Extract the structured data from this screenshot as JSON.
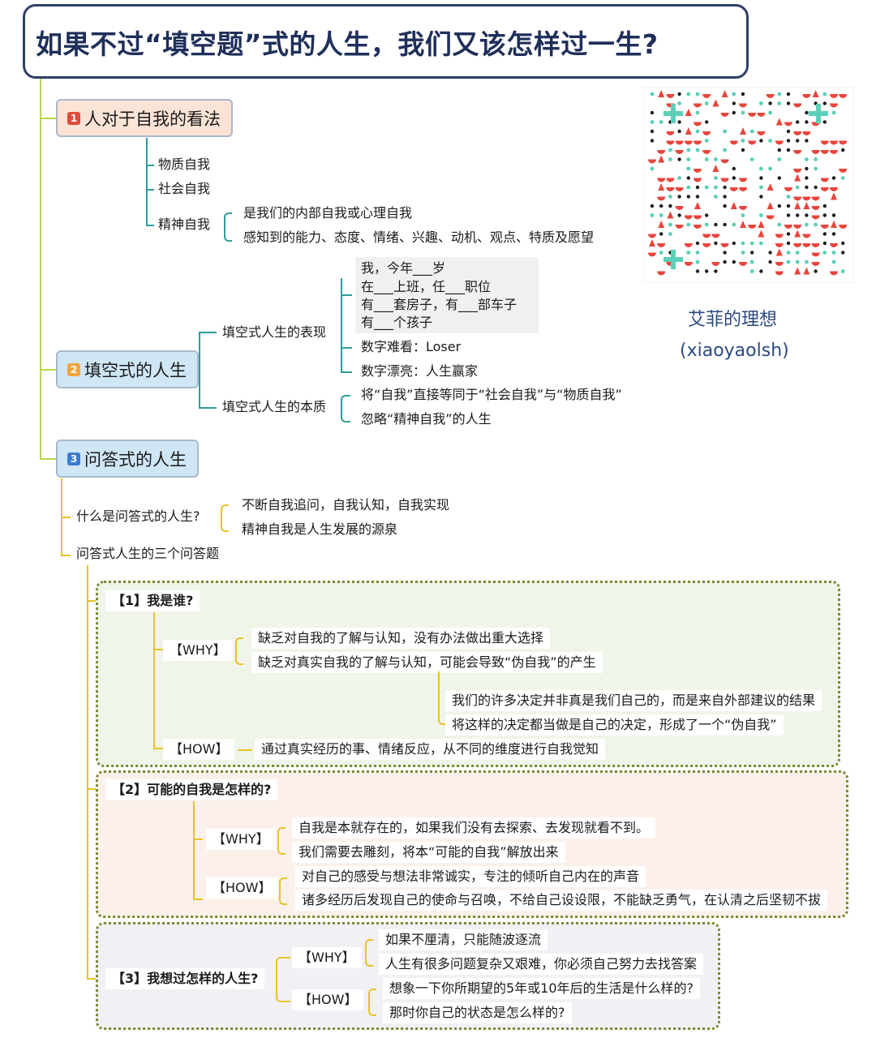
{
  "title": "如果不过“填空题”式的人生，我们又该怎样过一生?",
  "brand": {
    "name": "艾菲的理想",
    "handle": "(xiaoyaolsh)"
  },
  "section1": {
    "num": "1",
    "label": "人对于自我的看法",
    "items": [
      "物质自我",
      "社会自我",
      "精神自我"
    ],
    "spirit_details": [
      "是我们的内部自我或心理自我",
      "感知到的能力、态度、情绪、兴趣、动机、观点、特质及愿望"
    ]
  },
  "section2": {
    "num": "2",
    "label": "填空式的人生",
    "branch1": "填空式人生的表现",
    "blanks": [
      "我，今年___岁",
      "在___上班，任___职位",
      "有___套房子，有___部车子",
      "有___个孩子"
    ],
    "ugly": "数字难看：Loser",
    "pretty": "数字漂亮：人生赢家",
    "branch2": "填空式人生的本质",
    "essence": [
      "将“自我”直接等同于“社会自我”与“物质自我”",
      "忽略“精神自我”的人生"
    ]
  },
  "section3": {
    "num": "3",
    "label": "问答式的人生",
    "what_q": "什么是问答式的人生?",
    "what_a": [
      "不断自我追问，自我认知，自我实现",
      "精神自我是人生发展的源泉"
    ],
    "three_q": "问答式人生的三个问答题",
    "q1": {
      "title": "【1】我是谁?",
      "why_label": "【WHY】",
      "why": [
        "缺乏对自我的了解与认知，没有办法做出重大选择",
        "缺乏对真实自我的了解与认知，可能会导致“伪自我”的产生"
      ],
      "why_sub": [
        "我们的许多决定并非真是我们自己的，而是来自外部建议的结果",
        "将这样的决定都当做是自己的决定，形成了一个“伪自我”"
      ],
      "how_label": "【HOW】",
      "how": "通过真实经历的事、情绪反应，从不同的维度进行自我觉知"
    },
    "q2": {
      "title": "【2】可能的自我是怎样的?",
      "why_label": "【WHY】",
      "why": [
        "自我是本就存在的，如果我们没有去探索、去发现就看不到。",
        "我们需要去雕刻，将本“可能的自我”解放出来"
      ],
      "how_label": "【HOW】",
      "how": [
        "对自己的感受与想法非常诚实，专注的倾听自己内在的声音",
        "诸多经历后发现自己的使命与召唤，不给自己设设限，不能缺乏勇气，在认清之后坚韧不拔"
      ]
    },
    "q3": {
      "title": "【3】我想过怎样的人生?",
      "why_label": "【WHY】",
      "why": [
        "如果不厘清，只能随波逐流",
        "人生有很多问题复杂又艰难，你必须自己努力去找答案"
      ],
      "how_label": "【HOW】",
      "how": [
        "想象一下你所期望的5年或10年后的生活是什么样的?",
        "那时你自己的状态是怎么样的?"
      ]
    }
  },
  "colors": {
    "navy": "#2f3f66",
    "green_branch": "#b6d84a",
    "teal": "#2e9c9c",
    "yellow": "#e8c328",
    "olive": "#7a8a36"
  }
}
